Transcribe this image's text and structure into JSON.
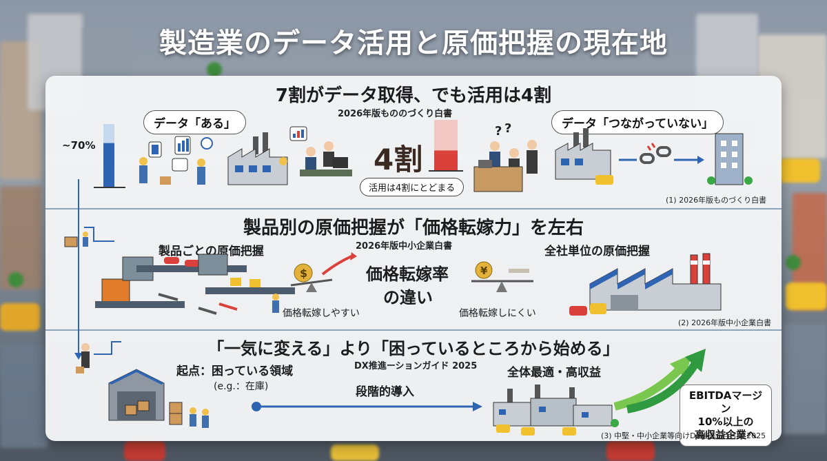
{
  "title": "製造業のデータ活用と原価把握の現在地",
  "section1": {
    "heading": "7割がデータ取得、でも活用は4割",
    "source": "2026年版もののづくり白書",
    "bubble_left": "データ「ある」",
    "percent_label": "~70%",
    "big_value": "4割",
    "pill": "活用は4割にとどまる",
    "bubble_right": "データ「つながっていない」",
    "footnote": "(1) 2026年版ものづくり白書",
    "acquired_ratio": 0.7,
    "utilized_ratio": 0.4
  },
  "section2": {
    "heading": "製品別の原価把握が「価格転嫁力」を左右",
    "source": "2026年版中小企業白書",
    "left_label": "製品ごとの原価把握",
    "right_label": "全社単位の原価把握",
    "center_line1": "価格転嫁率",
    "center_line2": "の違い",
    "easy_label": "価格転嫁しやすい",
    "hard_label": "価格転嫁しにくい",
    "footnote": "(2) 2026年版中小企業白書",
    "coin_left": "$",
    "coin_right": "¥"
  },
  "section3": {
    "heading": "「一気に変える」より「困っているところから始める」",
    "source": "DX推進ーションガイド 2025",
    "start_label": "起点：困っている領域",
    "start_example": "(e.g.：在庫)",
    "arrow_label": "段階的導入",
    "goal_label": "全体最適・高収益",
    "ebitda_line1": "EBITDAマージン",
    "ebitda_line2": "10%以上の",
    "ebitda_line3": "高収益企業へ",
    "footnote": "(3) 中堅・中小企業等向けDX推進の手引き2025"
  },
  "colors": {
    "accent_blue": "#2f64b3",
    "accent_red": "#d9413a",
    "panel_bg": "#f4f5f6",
    "separator": "#8ea3b9",
    "green": "#3aa845"
  }
}
